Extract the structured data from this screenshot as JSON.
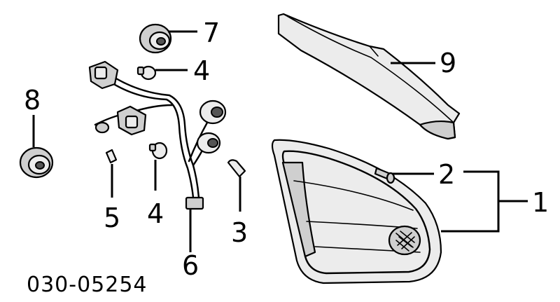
{
  "callouts": {
    "c1": "1",
    "c2": "2",
    "c3": "3",
    "c4a": "4",
    "c4b": "4",
    "c5": "5",
    "c6": "6",
    "c7": "7",
    "c8": "8",
    "c9": "9"
  },
  "diagram_code": "030-05254"
}
